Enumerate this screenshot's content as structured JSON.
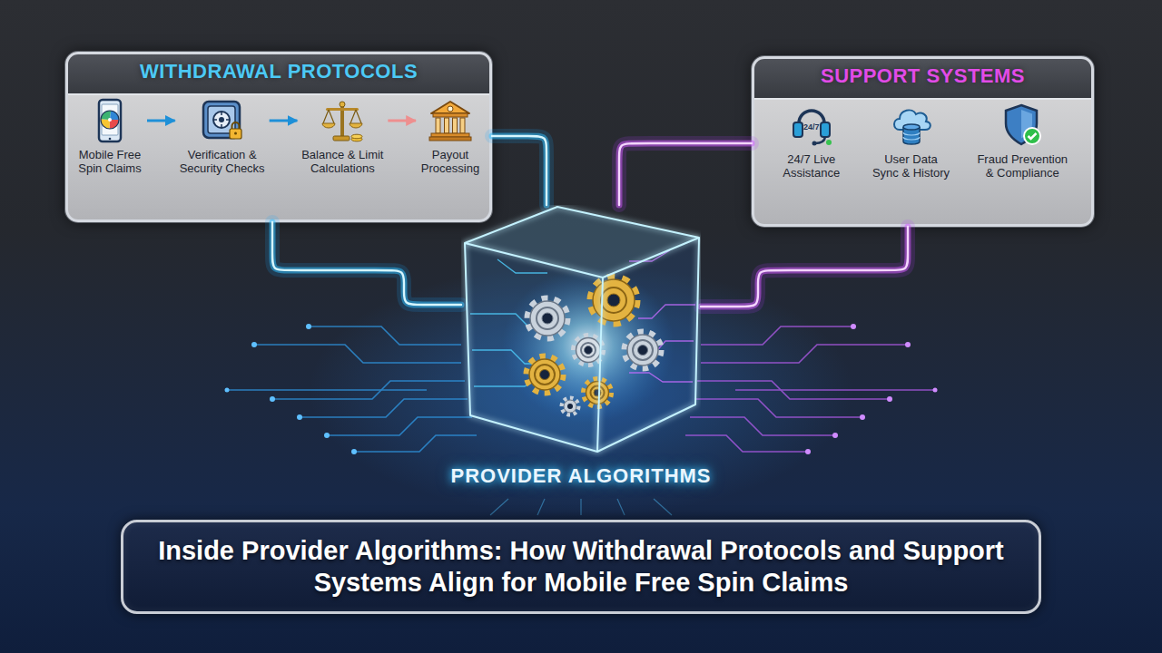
{
  "diagram": {
    "caption": "Inside Provider Algorithms: How Withdrawal Protocols and Support Systems Align for Mobile Free Spin Claims",
    "nodes": [
      {
        "text": [
          "WITHDRAWAL PROTOCOLS"
        ]
      },
      {
        "text": [
          "Mobile Free Spin Claims"
        ],
        "in": 0
      },
      {
        "text": [
          "Verification & Security Checks"
        ],
        "in": 0
      },
      {
        "text": [
          "Balance & Limit Calculations"
        ],
        "in": 0
      },
      {
        "text": [
          "Payout Processing"
        ],
        "in": 0
      },
      {
        "text": [
          "SUPPORT SYSTEMS"
        ]
      },
      {
        "text": [
          "24/7 Live Assistance"
        ],
        "in": 5
      },
      {
        "text": [
          "User Data Sync & History"
        ],
        "in": 5
      },
      {
        "text": [
          "Fraud Prevention & Compliance"
        ],
        "in": 5
      },
      {
        "text": [
          "PROVIDER ALGORITHMS"
        ]
      }
    ],
    "edges": [
      {
        "from": 1,
        "to": 2,
        "arrow": "to"
      },
      {
        "from": 2,
        "to": 3,
        "arrow": "to"
      },
      {
        "from": 3,
        "to": 4,
        "arrow": "to"
      },
      {
        "from": 0,
        "to": 9,
        "arrow": "none"
      },
      {
        "from": 0,
        "to": 9,
        "arrow": "none"
      },
      {
        "from": 5,
        "to": 9,
        "arrow": "none"
      },
      {
        "from": 5,
        "to": 9,
        "arrow": "none"
      }
    ],
    "labels": [
      "24/7"
    ]
  }
}
